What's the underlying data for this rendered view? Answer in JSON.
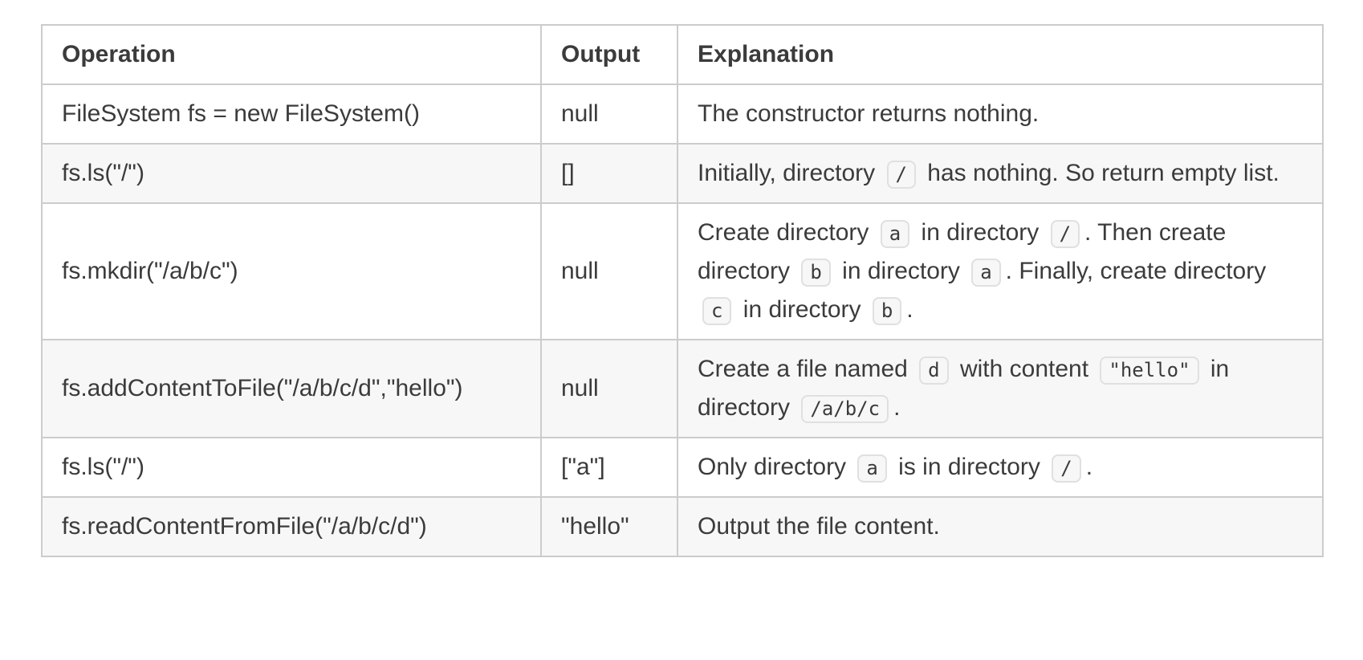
{
  "table": {
    "columns": [
      {
        "key": "operation",
        "label": "Operation"
      },
      {
        "key": "output",
        "label": "Output"
      },
      {
        "key": "explanation",
        "label": "Explanation"
      }
    ],
    "rows": [
      {
        "operation": "FileSystem fs = new FileSystem()",
        "output": "null",
        "explanation": [
          {
            "text": "The constructor returns nothing."
          }
        ]
      },
      {
        "operation": "fs.ls(\"/\")",
        "output": "[]",
        "explanation": [
          {
            "text": "Initially, directory "
          },
          {
            "code": "/"
          },
          {
            "text": " has nothing. So return empty list."
          }
        ]
      },
      {
        "operation": "fs.mkdir(\"/a/b/c\")",
        "output": "null",
        "explanation": [
          {
            "text": "Create directory "
          },
          {
            "code": "a"
          },
          {
            "text": " in directory "
          },
          {
            "code": "/"
          },
          {
            "text": ". Then create directory "
          },
          {
            "code": "b"
          },
          {
            "text": " in directory "
          },
          {
            "code": "a"
          },
          {
            "text": ". Finally, create directory "
          },
          {
            "code": "c"
          },
          {
            "text": " in directory "
          },
          {
            "code": "b"
          },
          {
            "text": "."
          }
        ]
      },
      {
        "operation": "fs.addContentToFile(\"/a/b/c/d\",\"hello\")",
        "output": "null",
        "explanation": [
          {
            "text": "Create a file named "
          },
          {
            "code": "d"
          },
          {
            "text": " with content "
          },
          {
            "code": "\"hello\""
          },
          {
            "text": " in directory "
          },
          {
            "code": "/a/b/c"
          },
          {
            "text": "."
          }
        ]
      },
      {
        "operation": "fs.ls(\"/\")",
        "output": "[\"a\"]",
        "explanation": [
          {
            "text": "Only directory "
          },
          {
            "code": "a"
          },
          {
            "text": " is in directory "
          },
          {
            "code": "/"
          },
          {
            "text": "."
          }
        ]
      },
      {
        "operation": "fs.readContentFromFile(\"/a/b/c/d\")",
        "output": "\"hello\"",
        "explanation": [
          {
            "text": "Output the file content."
          }
        ]
      }
    ]
  },
  "colors": {
    "text": "#3b3b3b",
    "table_border": "#cccccc",
    "row_stripe": "#f7f7f7",
    "code_background": "#f7f7f7",
    "code_border": "#e0e0e0",
    "page_background": "#ffffff"
  }
}
